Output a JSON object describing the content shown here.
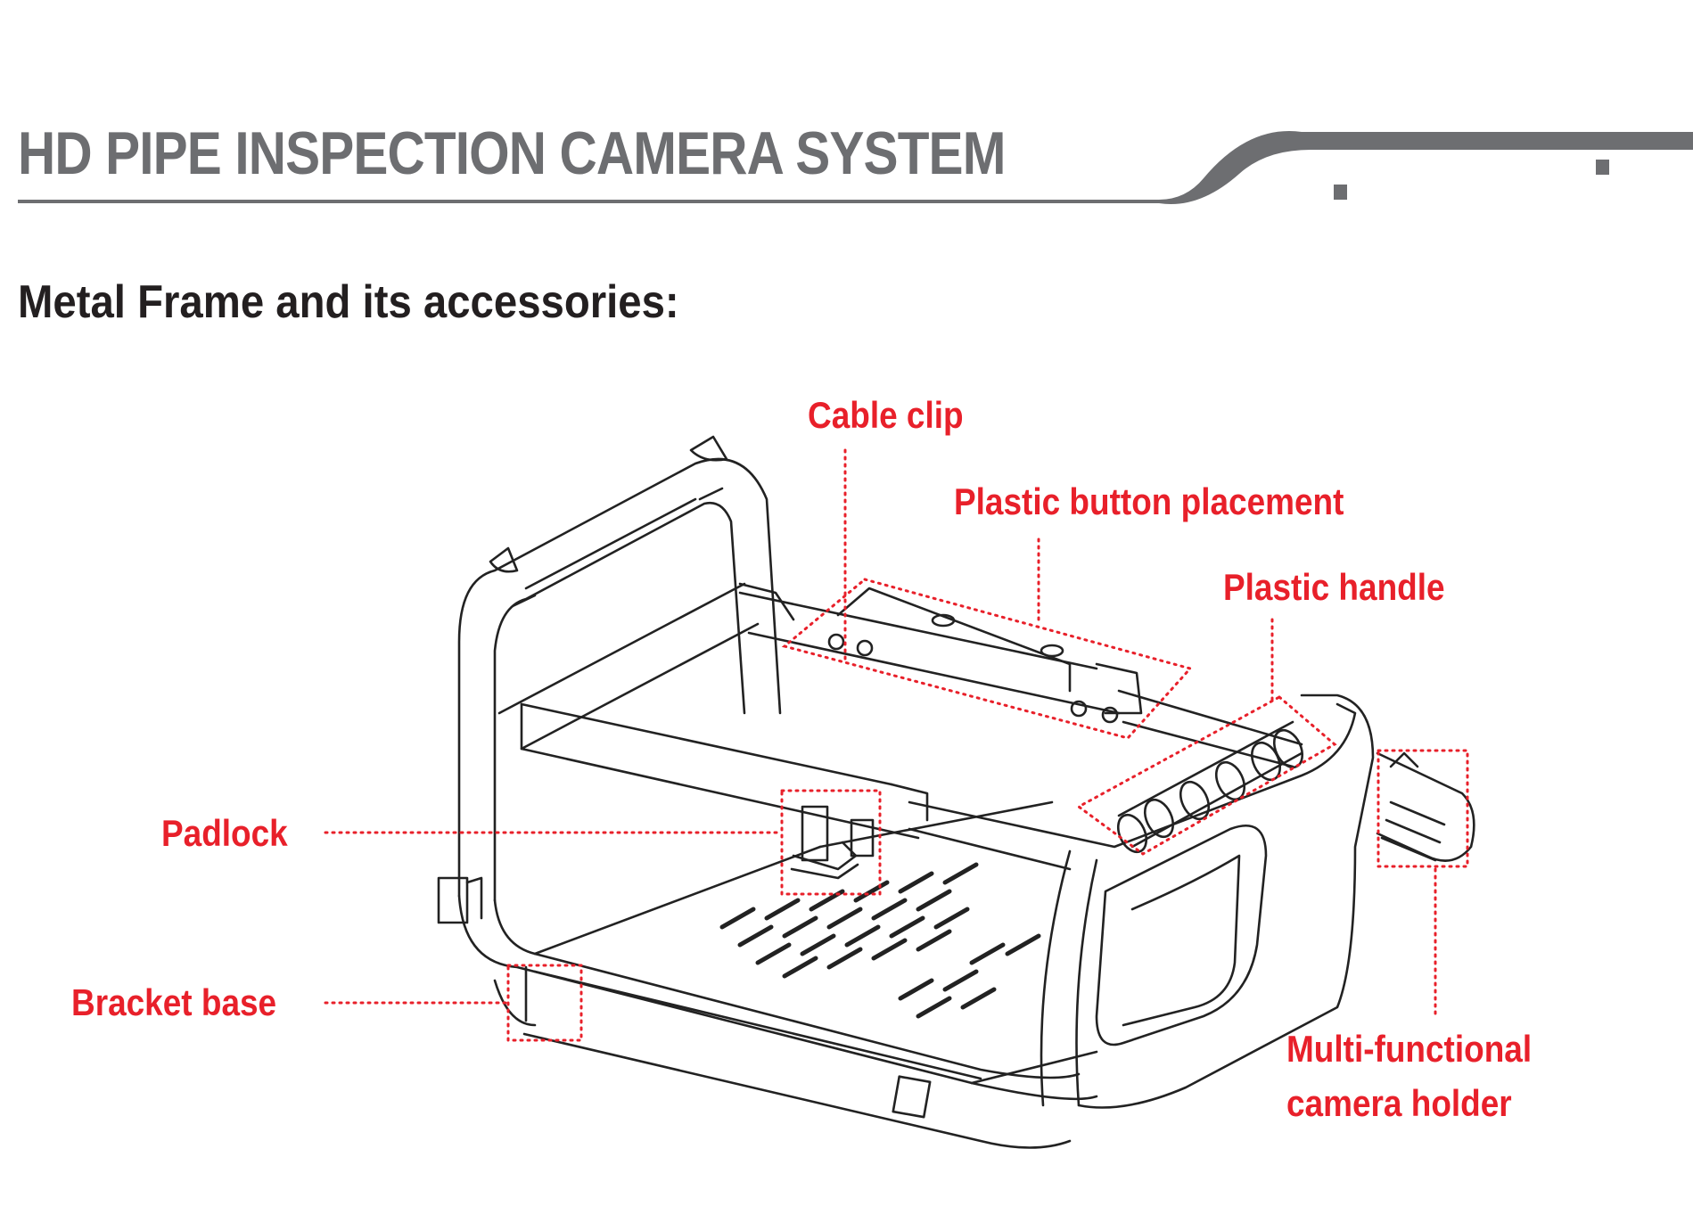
{
  "header": {
    "title": "HD PIPE INSPECTION CAMERA SYSTEM",
    "accent_color": "#6d6e71"
  },
  "section": {
    "title": "Metal Frame and its accessories:"
  },
  "callouts": {
    "cable_clip": "Cable clip",
    "plastic_button_placement": "Plastic button placement",
    "plastic_handle": "Plastic handle",
    "padlock": "Padlock",
    "bracket_base": "Bracket base",
    "camera_holder_line1": "Multi-functional",
    "camera_holder_line2": "camera holder",
    "callout_color": "#e8202a"
  },
  "illustration": {
    "subject": "metal-frame-line-drawing"
  }
}
